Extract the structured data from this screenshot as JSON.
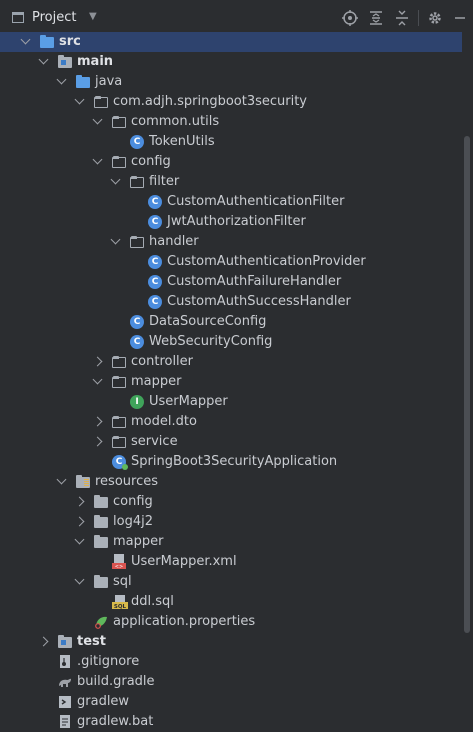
{
  "toolbar": {
    "title": "Project"
  },
  "tree": [
    {
      "label": "src",
      "indent": 0,
      "chev": "open",
      "icon": "folder-blue",
      "bold": true,
      "selected": true
    },
    {
      "label": "main",
      "indent": 1,
      "chev": "open",
      "icon": "folder-pkg",
      "bold": true
    },
    {
      "label": "java",
      "indent": 2,
      "chev": "open",
      "icon": "folder-blue"
    },
    {
      "label": "com.adjh.springboot3security",
      "indent": 3,
      "chev": "open",
      "icon": "package"
    },
    {
      "label": "common.utils",
      "indent": 4,
      "chev": "open",
      "icon": "package"
    },
    {
      "label": "TokenUtils",
      "indent": 5,
      "chev": "none",
      "icon": "class"
    },
    {
      "label": "config",
      "indent": 4,
      "chev": "open",
      "icon": "package"
    },
    {
      "label": "filter",
      "indent": 5,
      "chev": "open",
      "icon": "package"
    },
    {
      "label": "CustomAuthenticationFilter",
      "indent": 6,
      "chev": "none",
      "icon": "class"
    },
    {
      "label": "JwtAuthorizationFilter",
      "indent": 6,
      "chev": "none",
      "icon": "class"
    },
    {
      "label": "handler",
      "indent": 5,
      "chev": "open",
      "icon": "package"
    },
    {
      "label": "CustomAuthenticationProvider",
      "indent": 6,
      "chev": "none",
      "icon": "class"
    },
    {
      "label": "CustomAuthFailureHandler",
      "indent": 6,
      "chev": "none",
      "icon": "class"
    },
    {
      "label": "CustomAuthSuccessHandler",
      "indent": 6,
      "chev": "none",
      "icon": "class"
    },
    {
      "label": "DataSourceConfig",
      "indent": 5,
      "chev": "none",
      "icon": "class"
    },
    {
      "label": "WebSecurityConfig",
      "indent": 5,
      "chev": "none",
      "icon": "class"
    },
    {
      "label": "controller",
      "indent": 4,
      "chev": "closed",
      "icon": "package"
    },
    {
      "label": "mapper",
      "indent": 4,
      "chev": "open",
      "icon": "package"
    },
    {
      "label": "UserMapper",
      "indent": 5,
      "chev": "none",
      "icon": "interface"
    },
    {
      "label": "model.dto",
      "indent": 4,
      "chev": "closed",
      "icon": "package"
    },
    {
      "label": "service",
      "indent": 4,
      "chev": "closed",
      "icon": "package"
    },
    {
      "label": "SpringBoot3SecurityApplication",
      "indent": 4,
      "chev": "none",
      "icon": "app-class"
    },
    {
      "label": "resources",
      "indent": 2,
      "chev": "open",
      "icon": "folder-res"
    },
    {
      "label": "config",
      "indent": 3,
      "chev": "closed",
      "icon": "folder"
    },
    {
      "label": "log4j2",
      "indent": 3,
      "chev": "closed",
      "icon": "folder"
    },
    {
      "label": "mapper",
      "indent": 3,
      "chev": "open",
      "icon": "folder"
    },
    {
      "label": "UserMapper.xml",
      "indent": 4,
      "chev": "none",
      "icon": "xml-file"
    },
    {
      "label": "sql",
      "indent": 3,
      "chev": "open",
      "icon": "folder"
    },
    {
      "label": "ddl.sql",
      "indent": 4,
      "chev": "none",
      "icon": "sql-file"
    },
    {
      "label": "application.properties",
      "indent": 3,
      "chev": "none",
      "icon": "properties-file"
    },
    {
      "label": "test",
      "indent": 1,
      "chev": "closed",
      "icon": "folder-pkg",
      "bold": true
    },
    {
      "label": ".gitignore",
      "indent": 1,
      "chev": "none",
      "icon": "gitignore-file"
    },
    {
      "label": "build.gradle",
      "indent": 1,
      "chev": "none",
      "icon": "gradle-file"
    },
    {
      "label": "gradlew",
      "indent": 1,
      "chev": "none",
      "icon": "terminal-file"
    },
    {
      "label": "gradlew.bat",
      "indent": 1,
      "chev": "none",
      "icon": "text-file"
    }
  ]
}
